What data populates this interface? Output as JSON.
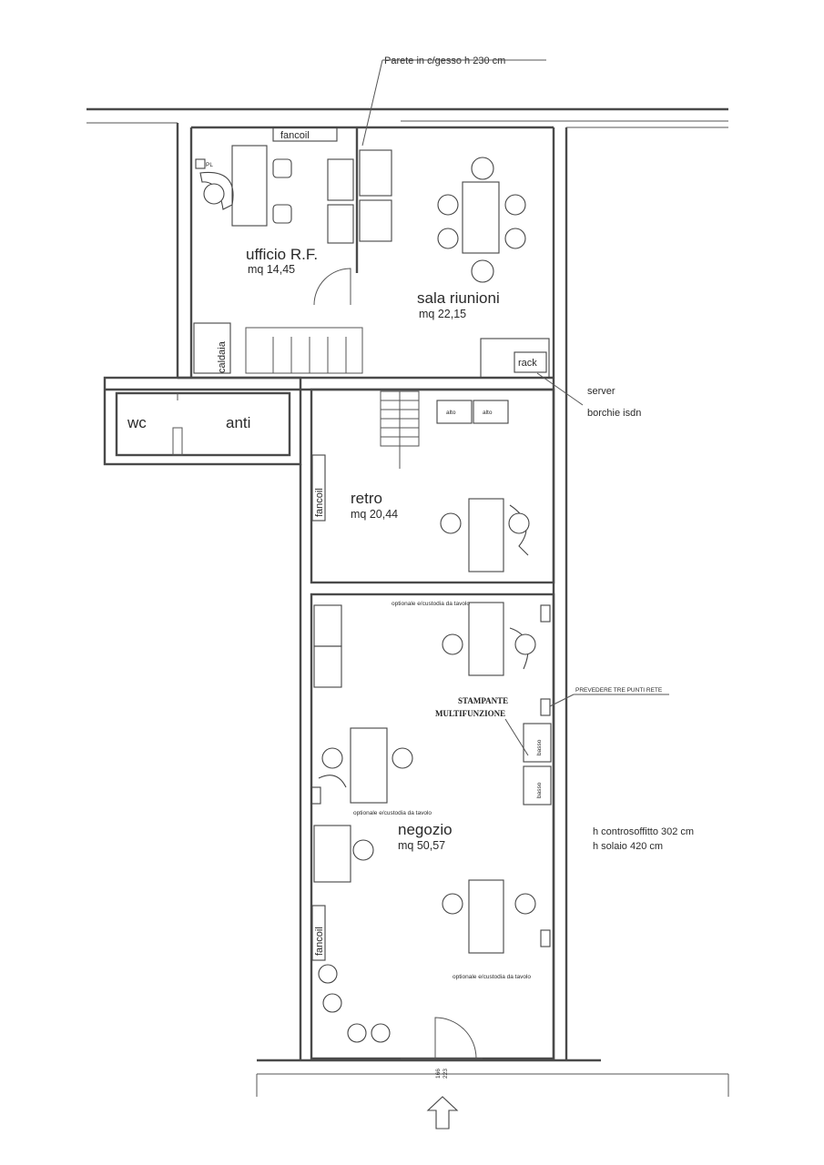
{
  "annotations": {
    "wall_note": "Parete in c/gesso h 230 cm",
    "server": "server",
    "isdn": "borchie isdn",
    "rack": "rack",
    "ceiling_height": "h controsoffitto 302 cm",
    "slab_height": "h solaio 420 cm",
    "plugs_note": "PREVEDERE TRE PUNTI RETE",
    "printer_line1": "STAMPANTE",
    "printer_line2": "MULTIFUNZIONE",
    "dim_door_1": "166",
    "dim_door_2": "223"
  },
  "rooms": [
    {
      "name": "ufficio R.F.",
      "area": "mq 14,45"
    },
    {
      "name": "sala riunioni",
      "area": "mq 22,15"
    },
    {
      "name": "retro",
      "area": "mq 20,44"
    },
    {
      "name": "negozio",
      "area": "mq 50,57"
    },
    {
      "name": "wc",
      "area": ""
    },
    {
      "name": "anti",
      "area": ""
    }
  ],
  "fixtures": {
    "fancoil": "fancoil",
    "caldaia": "caldaia",
    "basso": "basso",
    "alto": "alto",
    "pl": "PL",
    "optional_1": "optionale e/custodia da tavolo",
    "optional_2": "optionale e/custodia da tavolo",
    "optional_3": "optionale e/custodia da tavolo"
  }
}
